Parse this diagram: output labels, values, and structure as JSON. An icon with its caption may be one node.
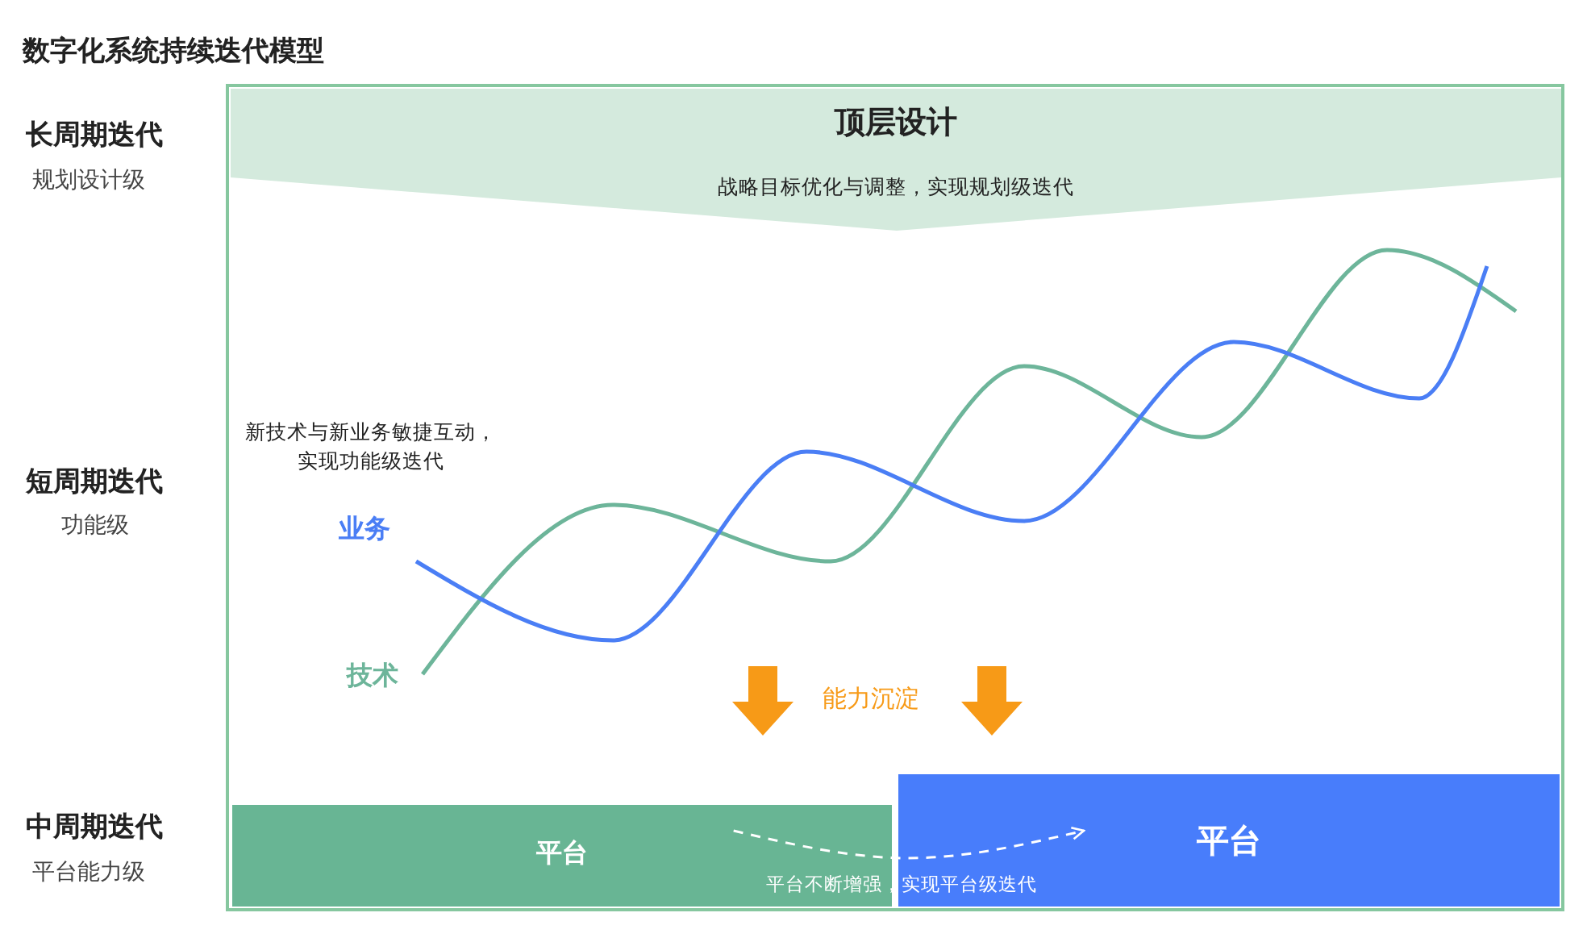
{
  "diagram": {
    "title": "数字化系统持续迭代模型",
    "nodes": [
      {
        "text": [
          "顶层设计",
          "战略目标优化与调整，实现规划级迭代"
        ]
      },
      {
        "text": [
          "平台"
        ]
      },
      {
        "text": [
          "平台"
        ]
      }
    ],
    "edges": [
      {
        "from": 1,
        "to": 2,
        "arrow": "to",
        "style": "dashed",
        "color": "#ffffff"
      }
    ],
    "labels": [
      "长周期迭代",
      "规划设计级",
      "新技术与新业务敏捷互动，实现功能级迭代",
      "短周期迭代",
      "业务",
      "功能级",
      "技术",
      "能力沉淀",
      "中周期迭代",
      "平台能力级",
      "平台不断增强，实现平台级迭代"
    ]
  }
}
